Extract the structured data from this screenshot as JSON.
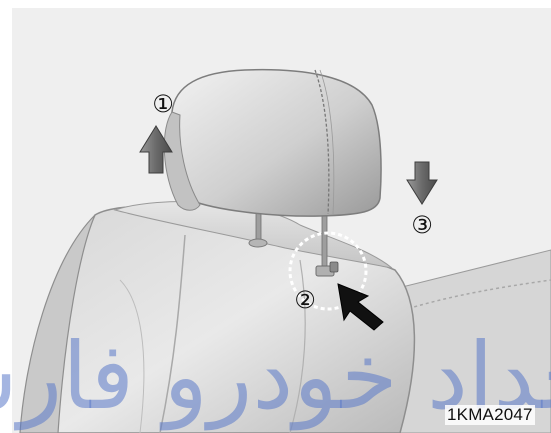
{
  "figure": {
    "step_labels": [
      "①",
      "②",
      "③"
    ],
    "code": "1KMA2047",
    "watermark": "مجداد خودرو فارس"
  },
  "colors": {
    "frame_bg": "#efefef",
    "seat_light": "#e4e4e4",
    "seat_mid": "#bdbdbd",
    "seat_dark": "#8e8e8e",
    "arrow_gray": "#6f6f6f",
    "arrow_black": "#111111",
    "watermark": "#5a78c8"
  },
  "icons": {
    "up_arrow": "up-arrow-icon",
    "down_arrow": "down-arrow-icon",
    "push_arrow": "push-arrow-icon"
  }
}
